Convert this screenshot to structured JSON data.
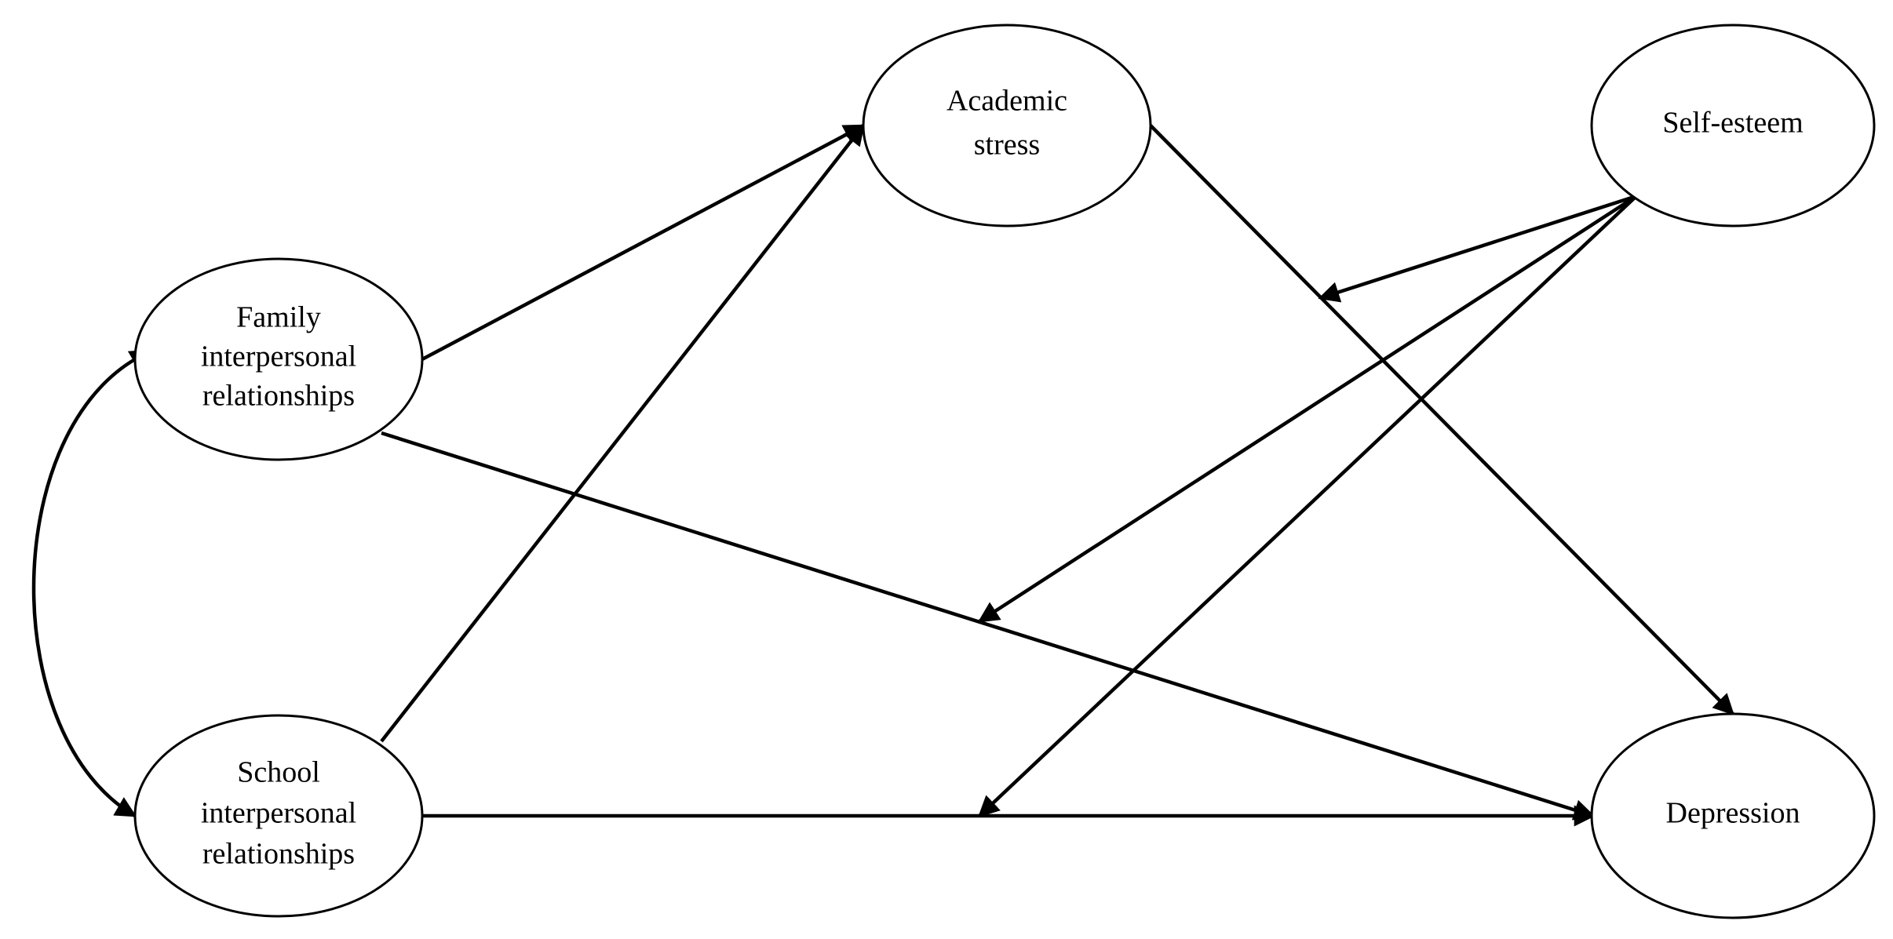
{
  "nodes": {
    "academic_stress": {
      "lines": [
        "Academic",
        "stress"
      ]
    },
    "self_esteem": {
      "lines": [
        "Self-esteem"
      ]
    },
    "family": {
      "lines": [
        "Family",
        "interpersonal",
        "relationships"
      ]
    },
    "school": {
      "lines": [
        "School",
        "interpersonal",
        "relationships"
      ]
    },
    "depression": {
      "lines": [
        "Depression"
      ]
    }
  },
  "colors": {
    "stroke": "#000000",
    "fill": "#ffffff"
  }
}
